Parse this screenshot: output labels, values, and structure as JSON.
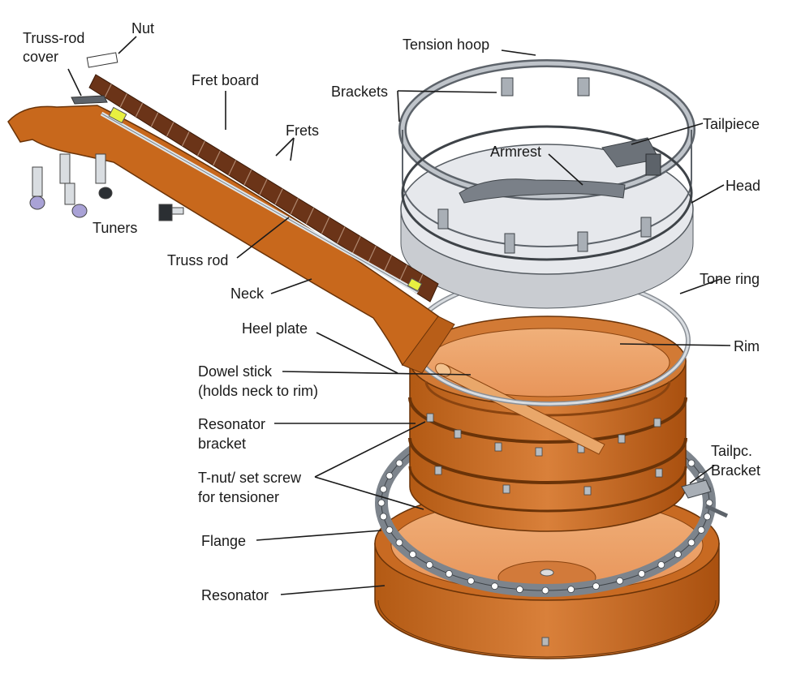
{
  "labels": {
    "truss_rod_cover": [
      "Truss-rod",
      "cover"
    ],
    "nut": "Nut",
    "fret_board": "Fret board",
    "frets": "Frets",
    "tuners": "Tuners",
    "truss_rod": "Truss rod",
    "neck": "Neck",
    "heel_plate": "Heel plate",
    "dowel_stick": [
      "Dowel stick",
      "(holds neck to rim)"
    ],
    "resonator_bracket": [
      "Resonator",
      "bracket"
    ],
    "t_nut": [
      "T-nut/ set screw",
      "for tensioner"
    ],
    "flange": "Flange",
    "resonator": "Resonator",
    "tension_hoop": "Tension hoop",
    "brackets": "Brackets",
    "armrest": "Armrest",
    "tailpiece": "Tailpiece",
    "head": "Head",
    "tone_ring": "Tone ring",
    "rim": "Rim",
    "tailpiece_bracket": [
      "Tailpc.",
      "Bracket"
    ]
  },
  "colors": {
    "wood": "#c8681c",
    "wood_dark": "#8a4410",
    "fretboard": "#6b3418",
    "metal": "#a9afb6",
    "metal_dark": "#5d636a",
    "head": "#e4e6ea",
    "tuner_button": "#a9a2d6"
  }
}
